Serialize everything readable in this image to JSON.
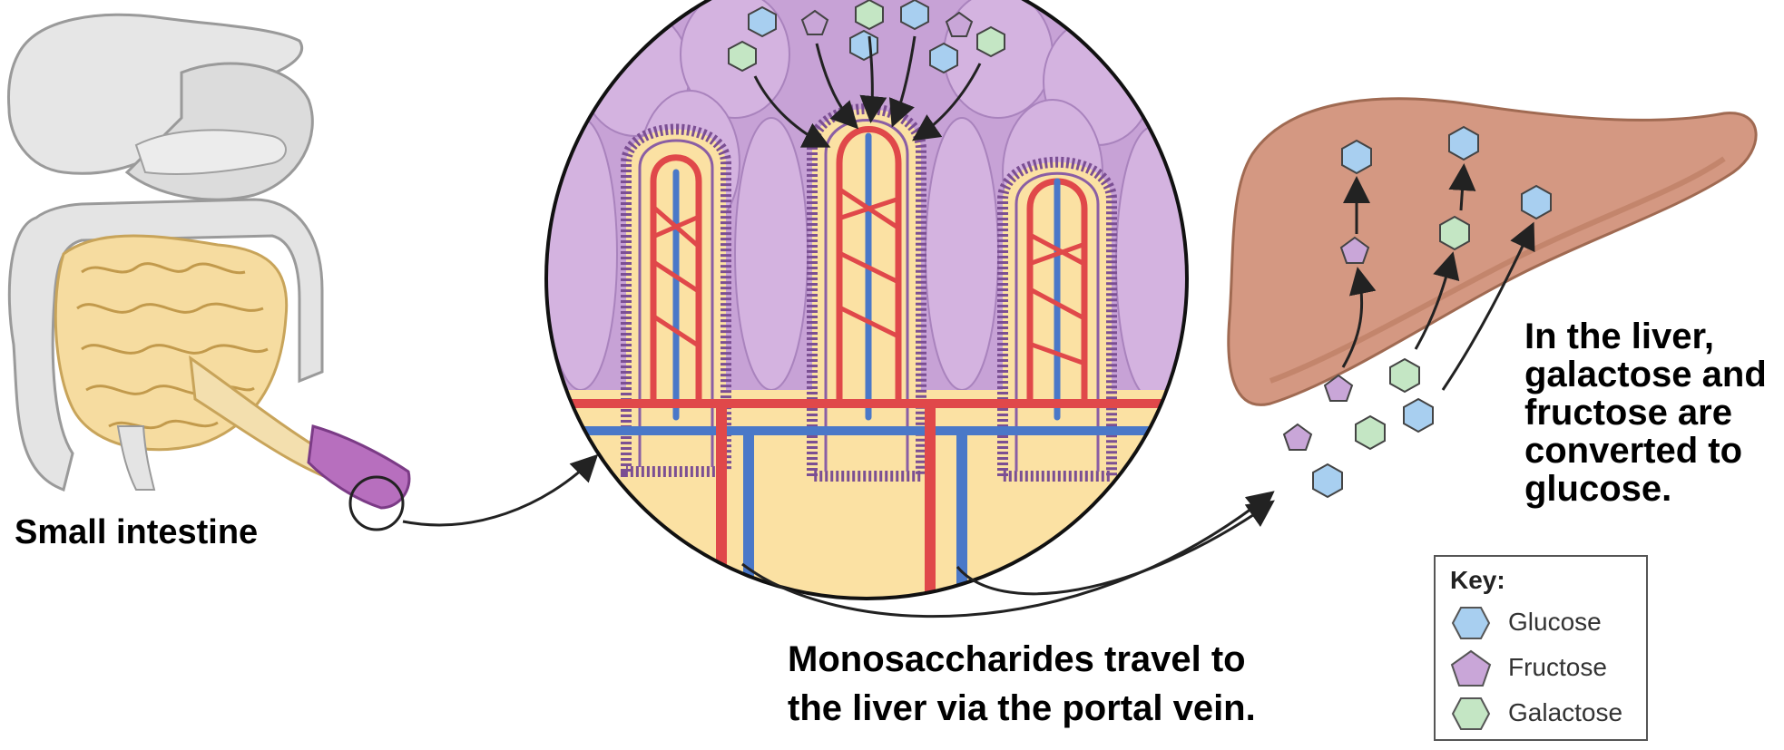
{
  "labels": {
    "small_intestine": "Small intestine",
    "portal_line1": "Monosaccharides travel to",
    "portal_line2": "the liver via the portal vein.",
    "liver_line1": "In the liver,",
    "liver_line2": "galactose and",
    "liver_line3": "fructose are",
    "liver_line4": "converted to",
    "liver_line5": "glucose."
  },
  "key": {
    "title": "Key:",
    "items": [
      {
        "label": "Glucose",
        "shape": "hexagon",
        "color": "#a8cff0"
      },
      {
        "label": "Fructose",
        "shape": "pentagon",
        "color": "#c9a6d8"
      },
      {
        "label": "Galactose",
        "shape": "hexagon",
        "color": "#c4e6c4"
      }
    ]
  },
  "colors": {
    "glucose": "#a8cff0",
    "fructose": "#c9a6d8",
    "galactose": "#c4e6c4",
    "artery": "#e0484a",
    "vein": "#4a78c8",
    "villus": "#fbe1a3",
    "epithelium": "#c7a2d6",
    "liver": "#d49882"
  }
}
